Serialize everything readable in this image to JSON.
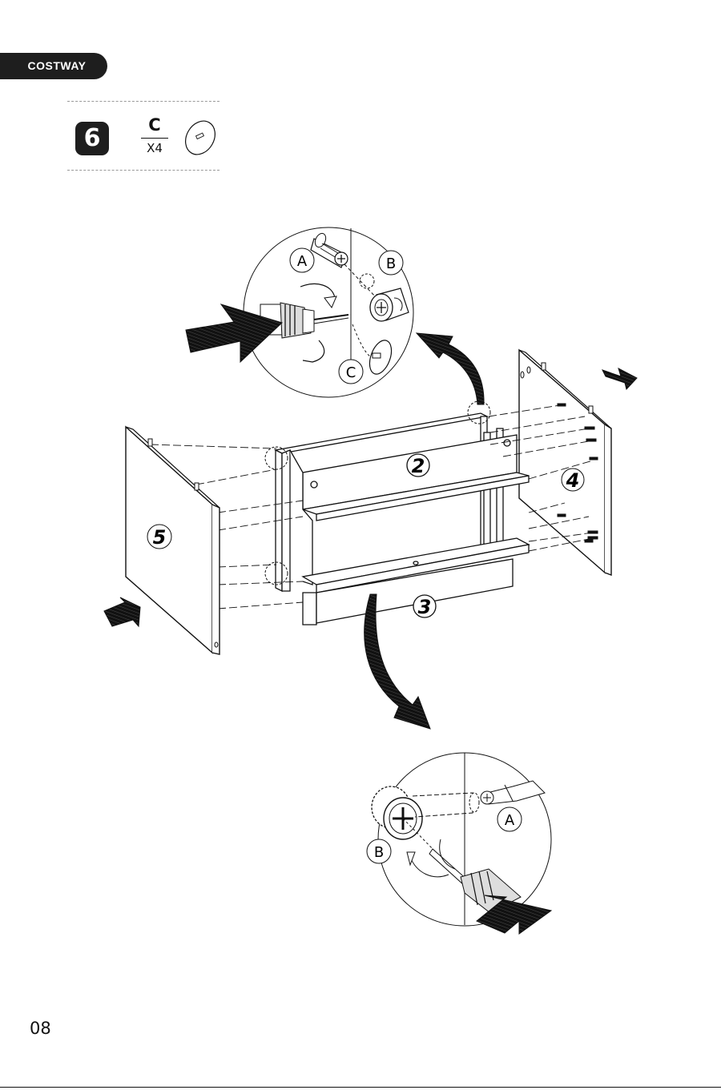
{
  "brand": "COSTWAY",
  "step": {
    "number": "6",
    "part_letter": "C",
    "part_qty": "X4"
  },
  "panels": {
    "p2": "2",
    "p3": "3",
    "p4": "4",
    "p5": "5"
  },
  "callout_top": {
    "a": "A",
    "b": "B",
    "c": "C"
  },
  "callout_bottom": {
    "a": "A",
    "b": "B"
  },
  "page_number": "08",
  "icons": [
    "dowel-icon",
    "push-arrow-icon",
    "screwdriver-icon",
    "cam-lock-icon",
    "cam-bolt-icon",
    "curved-arrow-icon"
  ]
}
